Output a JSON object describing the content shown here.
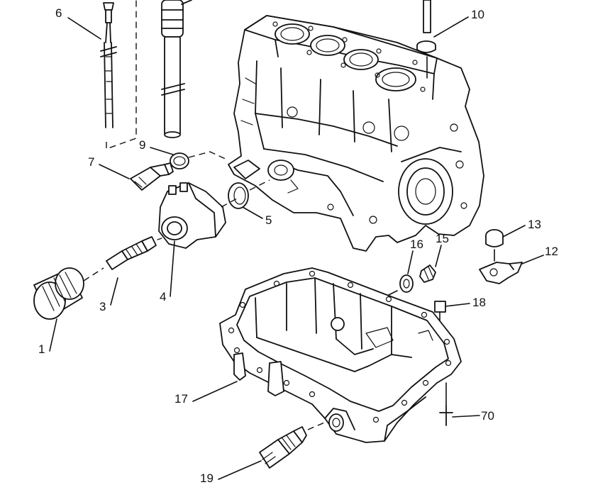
{
  "callouts": [
    {
      "id": "1",
      "text": "1"
    },
    {
      "id": "3",
      "text": "3"
    },
    {
      "id": "4",
      "text": "4"
    },
    {
      "id": "5",
      "text": "5"
    },
    {
      "id": "6",
      "text": "6"
    },
    {
      "id": "7",
      "text": "7"
    },
    {
      "id": "9",
      "text": "9"
    },
    {
      "id": "10",
      "text": "10"
    },
    {
      "id": "12",
      "text": "12"
    },
    {
      "id": "13",
      "text": "13"
    },
    {
      "id": "15",
      "text": "15"
    },
    {
      "id": "16",
      "text": "16"
    },
    {
      "id": "17",
      "text": "17"
    },
    {
      "id": "18",
      "text": "18"
    },
    {
      "id": "19",
      "text": "19"
    },
    {
      "id": "70",
      "text": "70"
    }
  ]
}
